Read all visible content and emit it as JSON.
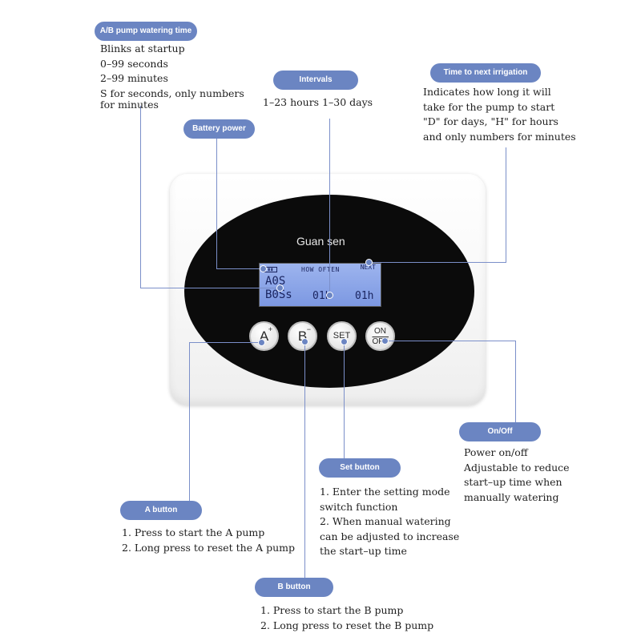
{
  "device": {
    "brand": "Guan sen",
    "lcd": {
      "battery": "▮▮",
      "header": "HOW OFTEN",
      "next": "NEXT",
      "a_time": "A0S",
      "b_time": "B0Ss",
      "interval": "01h",
      "next_time": "01h"
    },
    "buttons": {
      "a": {
        "label": "A",
        "sup": "+"
      },
      "b": {
        "label": "B",
        "sup": "−"
      },
      "set": {
        "label": "SET"
      },
      "onoff": {
        "line1": "ON",
        "line2": "OFF"
      }
    }
  },
  "callouts": {
    "ab_time": {
      "title": "A/B pump watering time",
      "lines": [
        "Blinks at startup",
        "0–99 seconds",
        "2–99 minutes",
        "S for seconds, only numbers",
        "for minutes"
      ]
    },
    "intervals": {
      "title": "Intervals",
      "lines": [
        "1–23 hours 1–30 days"
      ]
    },
    "battery": {
      "title": "Battery power"
    },
    "next_irrigation": {
      "title": "Time to next irrigation",
      "lines": [
        "Indicates how long it will",
        "take for the pump to start",
        "\"D\" for days, \"H\" for hours",
        "and only numbers for minutes"
      ]
    },
    "onoff": {
      "title": "On/Off",
      "lines": [
        "Power on/off",
        "Adjustable to reduce",
        "start–up time when",
        "manually watering"
      ]
    },
    "set": {
      "title": "Set button",
      "lines": [
        "1. Enter the setting mode",
        "switch function",
        "2. When manual watering",
        "can be adjusted to increase",
        "the start–up time"
      ]
    },
    "a": {
      "title": "A button",
      "lines": [
        "1. Press to start the A pump",
        "2. Long press to reset the A pump"
      ]
    },
    "b": {
      "title": "B button",
      "lines": [
        "1. Press to start the B pump",
        "2. Long press to reset the B pump"
      ]
    }
  }
}
